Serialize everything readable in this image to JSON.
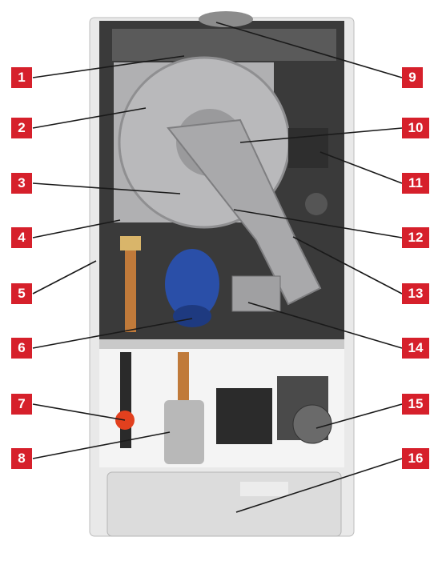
{
  "diagram": {
    "colors": {
      "callout_box": "#d6202b",
      "callout_text": "#ffffff",
      "leader_line": "#1a1a1a",
      "casing": "#e9e9e9",
      "chamber": "#3a3a3a",
      "fan_housing": "#b9b9bb",
      "flue_pipe": "#a9a9ab",
      "burner": "#2a4fa8",
      "pump": "#4a4a4a",
      "valve_red": "#e2401e",
      "control_panel": "#dcdcdc"
    },
    "callouts": [
      {
        "id": "callout-1",
        "label": "1"
      },
      {
        "id": "callout-2",
        "label": "2"
      },
      {
        "id": "callout-3",
        "label": "3"
      },
      {
        "id": "callout-4",
        "label": "4"
      },
      {
        "id": "callout-5",
        "label": "5"
      },
      {
        "id": "callout-6",
        "label": "6"
      },
      {
        "id": "callout-7",
        "label": "7"
      },
      {
        "id": "callout-8",
        "label": "8"
      },
      {
        "id": "callout-9",
        "label": "9"
      },
      {
        "id": "callout-10",
        "label": "10"
      },
      {
        "id": "callout-11",
        "label": "11"
      },
      {
        "id": "callout-12",
        "label": "12"
      },
      {
        "id": "callout-13",
        "label": "13"
      },
      {
        "id": "callout-14",
        "label": "14"
      },
      {
        "id": "callout-15",
        "label": "15"
      },
      {
        "id": "callout-16",
        "label": "16"
      }
    ]
  }
}
